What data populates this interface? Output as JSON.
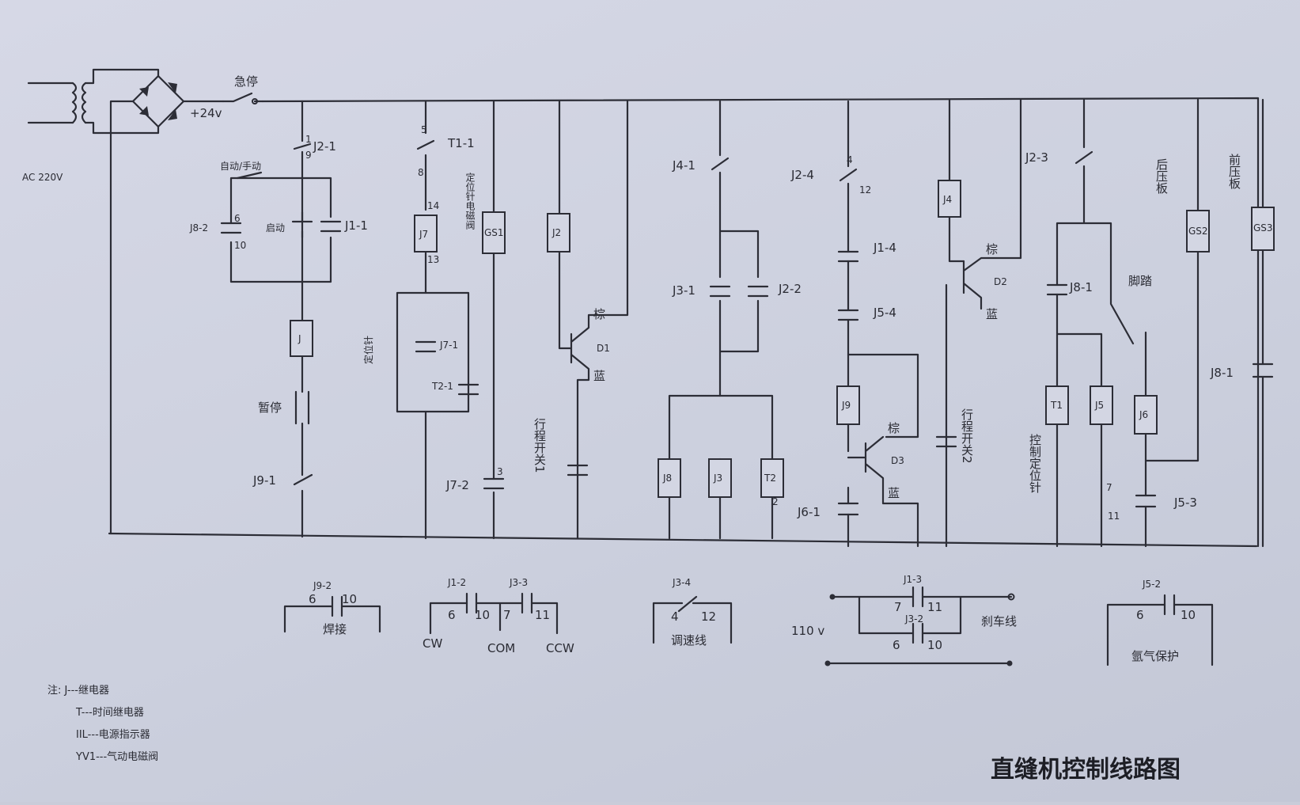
{
  "title": "直缝机控制线路图",
  "supply": {
    "ac": "AC 220V",
    "dc": "+24v",
    "estop": "急停",
    "dc110": "110 v"
  },
  "notes": [
    "注: J---继电器",
    "T---时间继电器",
    "IIL---电源指示器",
    "YV1---气动电磁阀"
  ],
  "components": {
    "j2_1": "J2-1",
    "auto_manual": "自动/手动",
    "start": "启动",
    "j1_1": "J1-1",
    "j8_2": "J8-2",
    "j": "J",
    "pause": "暂停",
    "j9_1": "J9-1",
    "t1_1": "T1-1",
    "j7": "J7",
    "mag_valve": "定位针电磁阀",
    "gs1": "GS1",
    "pos_pin": "定位针",
    "j7_1": "J7-1",
    "t2_1": "T2-1",
    "j7_2": "J7-2",
    "j2": "J2",
    "d1": "D1",
    "limit1": "行程开关1",
    "j4_1": "J4-1",
    "j3_1": "J3-1",
    "j2_2": "J2-2",
    "j8": "J8",
    "j3": "J3",
    "t2": "T2",
    "j2_4": "J2-4",
    "j1_4": "J1-4",
    "j5_4": "J5-4",
    "j9": "J9",
    "d3": "D3",
    "j6_1": "J6-1",
    "j4": "J4",
    "d2": "D2",
    "limit2": "行程开关2",
    "j2_3": "J2-3",
    "j8_1": "J8-1",
    "t1": "T1",
    "j5": "J5",
    "ctrl_pin": "控制定位针",
    "pedal": "脚踏",
    "j6": "J6",
    "j5_3": "J5-3",
    "rear_plate": "后压板",
    "gs2": "GS2",
    "front_plate": "前压板",
    "gs3": "GS3",
    "j8_1b": "J8-1"
  },
  "wire_colors": {
    "brown": "棕",
    "blue": "蓝"
  },
  "pins": [
    "1",
    "9",
    "5",
    "8",
    "6",
    "10",
    "14",
    "13",
    "4",
    "12",
    "7",
    "11",
    "3",
    "2"
  ],
  "bottom": {
    "j9_2": "J9-2",
    "weld": "焊接",
    "j1_2": "J1-2",
    "j3_3": "J3-3",
    "cw": "CW",
    "com": "COM",
    "ccw": "CCW",
    "j3_4": "J3-4",
    "adjust": "调速线",
    "j1_3": "J1-3",
    "j3_2": "J3-2",
    "brake": "刹车线",
    "j5_2": "J5-2",
    "gas": "氩气保护"
  }
}
